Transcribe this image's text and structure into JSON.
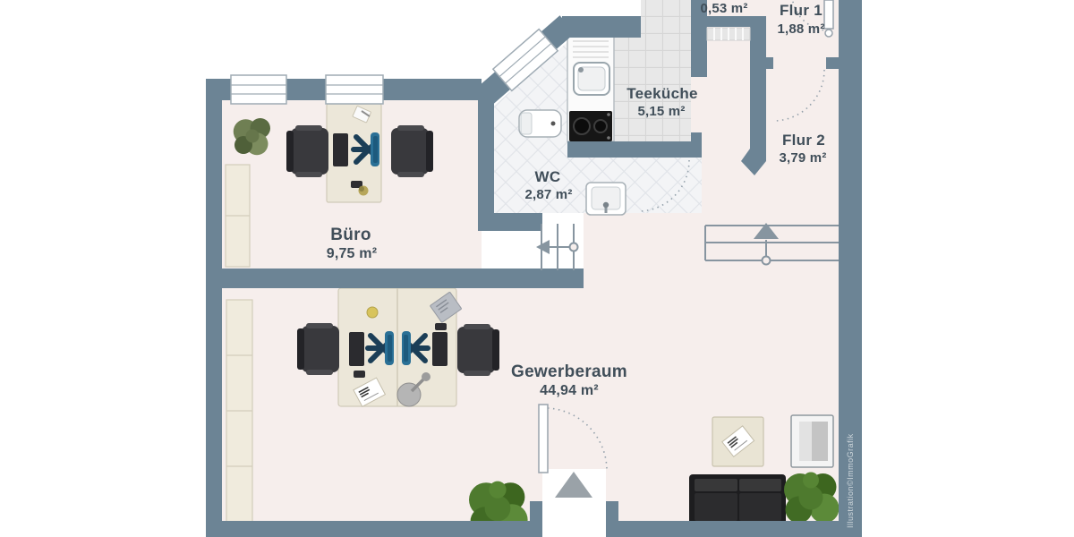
{
  "floor_plan": {
    "rooms": [
      {
        "id": "abstellraum",
        "name": "",
        "area": "0,53 m²"
      },
      {
        "id": "flur-1",
        "name": "Flur 1",
        "area": "1,88 m²"
      },
      {
        "id": "teekueche",
        "name": "Teeküche",
        "area": "5,15 m²"
      },
      {
        "id": "wc",
        "name": "WC",
        "area": "2,87 m²"
      },
      {
        "id": "flur-2",
        "name": "Flur 2",
        "area": "3,79 m²"
      },
      {
        "id": "buero",
        "name": "Büro",
        "area": "9,75 m²"
      },
      {
        "id": "gewerberaum",
        "name": "Gewerberaum",
        "area": "44,94 m²"
      }
    ],
    "watermark": "Illustration©ImmoGrafik",
    "colors": {
      "wall": "#6c8495",
      "floor": "#f6eeec",
      "kitchen_tile": "#e8e8e8",
      "wc_tile": "#f3f4f6",
      "desk": "#ece7d9",
      "accent_chair": "#2a7096",
      "dark_furniture": "#39393d"
    }
  }
}
